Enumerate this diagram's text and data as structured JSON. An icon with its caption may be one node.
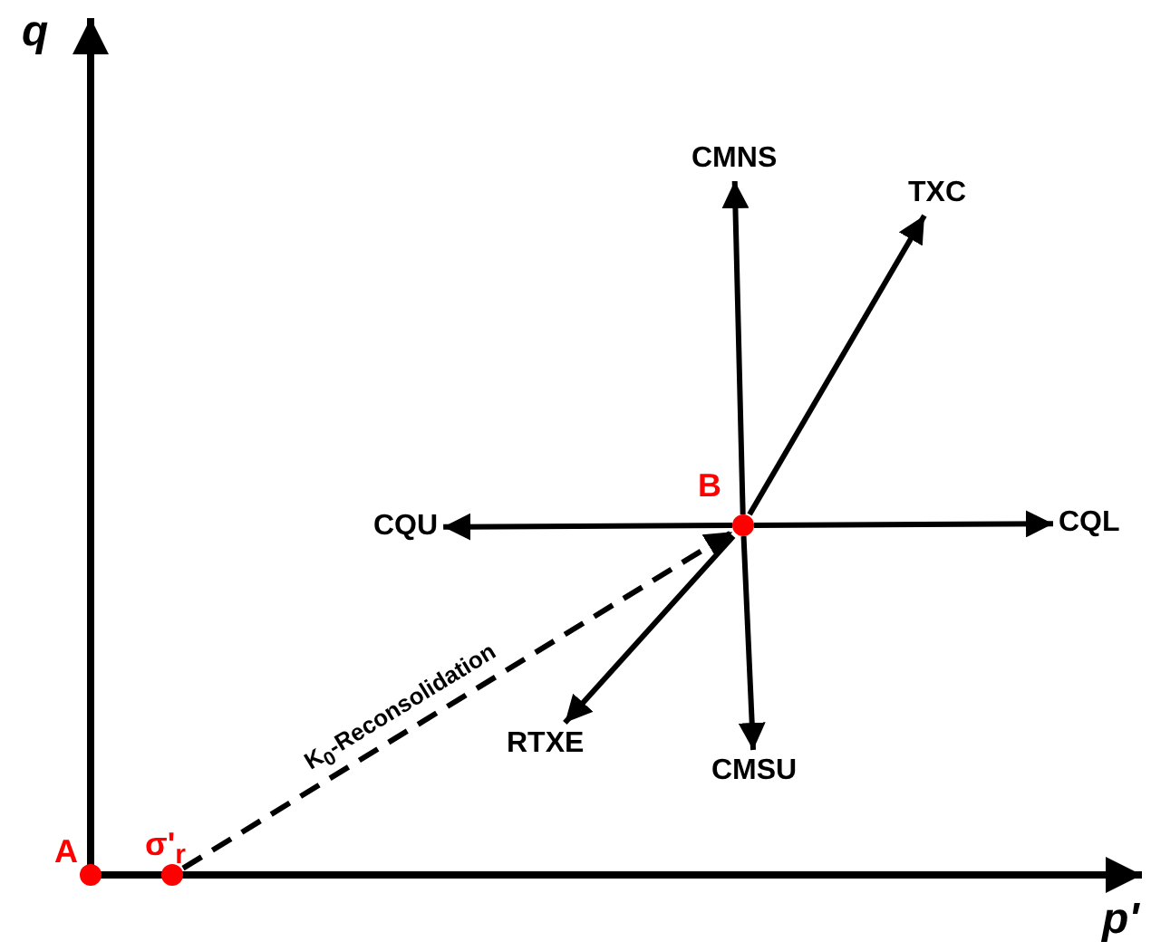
{
  "diagram": {
    "nodes": [
      {
        "text": [],
        "shape": "circle",
        "beside": [
          "A"
        ]
      },
      {
        "text": [],
        "shape": "circle",
        "beside": [
          "σ'$_{r}$"
        ]
      },
      {
        "text": [],
        "shape": "circle",
        "beside": [
          "B"
        ]
      },
      {
        "text": [
          "CMNS"
        ]
      },
      {
        "text": [
          "TXC"
        ]
      },
      {
        "text": [
          "CQL"
        ]
      },
      {
        "text": [
          "CMSU"
        ]
      },
      {
        "text": [
          "RTXE"
        ]
      },
      {
        "text": [
          "CQU"
        ]
      }
    ],
    "edges": [
      {
        "from": 1,
        "to": 2,
        "arrow": "to",
        "style": "dashed",
        "label": "K$_{0}$-Reconsolidation"
      },
      {
        "from": 2,
        "to": 3,
        "arrow": "to"
      },
      {
        "from": 2,
        "to": 4,
        "arrow": "to"
      },
      {
        "from": 2,
        "to": 5,
        "arrow": "to"
      },
      {
        "from": 2,
        "to": 6,
        "arrow": "to"
      },
      {
        "from": 2,
        "to": 7,
        "arrow": "to"
      },
      {
        "from": 2,
        "to": 8,
        "arrow": "to"
      }
    ],
    "labels": [
      "q",
      "p'"
    ]
  }
}
